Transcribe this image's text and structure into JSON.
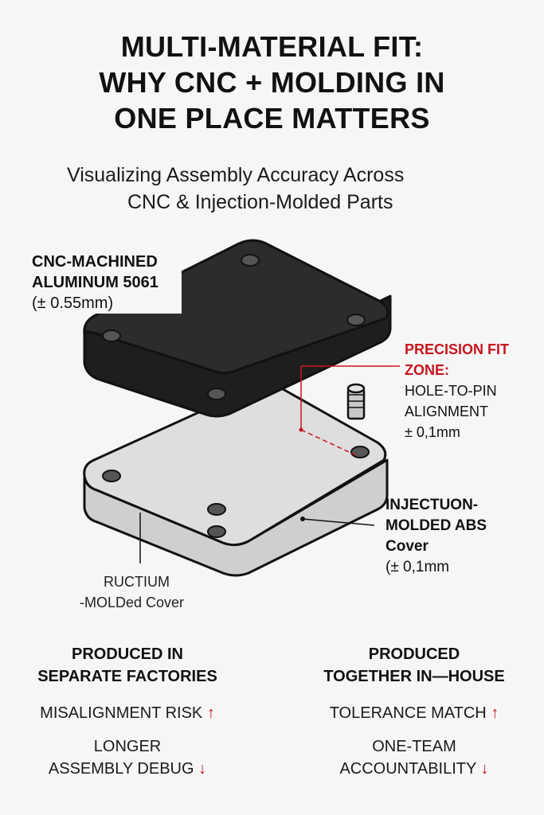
{
  "title": {
    "line1": "MULTI-MATERIAL FIT:",
    "line2": "WHY CNC + MOLDING IN",
    "line3": "ONE PLACE MATTERS"
  },
  "subtitle": {
    "line1": "Visualizing Assembly Accuracy Across",
    "line2": "CNC & Injection-Molded Parts"
  },
  "labels": {
    "cnc": {
      "line1": "CNC-MACHINED",
      "line2": "ALUMINUM 5061",
      "tolerance": "(± 0.55mm)"
    },
    "precision_zone": {
      "line1": "PRECISION FIT",
      "line2": "ZONE:",
      "line3": "HOLE-TO-PIN",
      "line4": "ALIGNMENT",
      "line5": "± 0,1mm"
    },
    "abs": {
      "line1": "INJECTUON-",
      "line2": "MOLDED ABS",
      "line3": "Cover",
      "tolerance": "(± 0,1mm"
    },
    "structural": {
      "line1": "RUCTIUM",
      "line2": "-MOLDed Cover"
    }
  },
  "colors": {
    "accent_red": "#c8141e",
    "aluminum_top": "#2c2c2c",
    "abs_top": "#dddddd"
  },
  "comparison": {
    "left": {
      "heading_line1": "PRODUCED IN",
      "heading_line2": "SEPARATE FACTORIES",
      "item1": "MISALIGNMENT RISK",
      "item1_arrow": "↑",
      "item2_line1": "LONGER",
      "item2_line2": "ASSEMBLY DEBUG",
      "item2_arrow": "↓"
    },
    "right": {
      "heading_line1": "PRODUCED",
      "heading_line2": "TOGETHER IN—HOUSE",
      "item1": "TOLERANCE MATCH",
      "item1_arrow": "↑",
      "item2_line1": "ONE-TEAM",
      "item2_line2": "ACCOUNTABILITY",
      "item2_arrow": "↓"
    }
  }
}
